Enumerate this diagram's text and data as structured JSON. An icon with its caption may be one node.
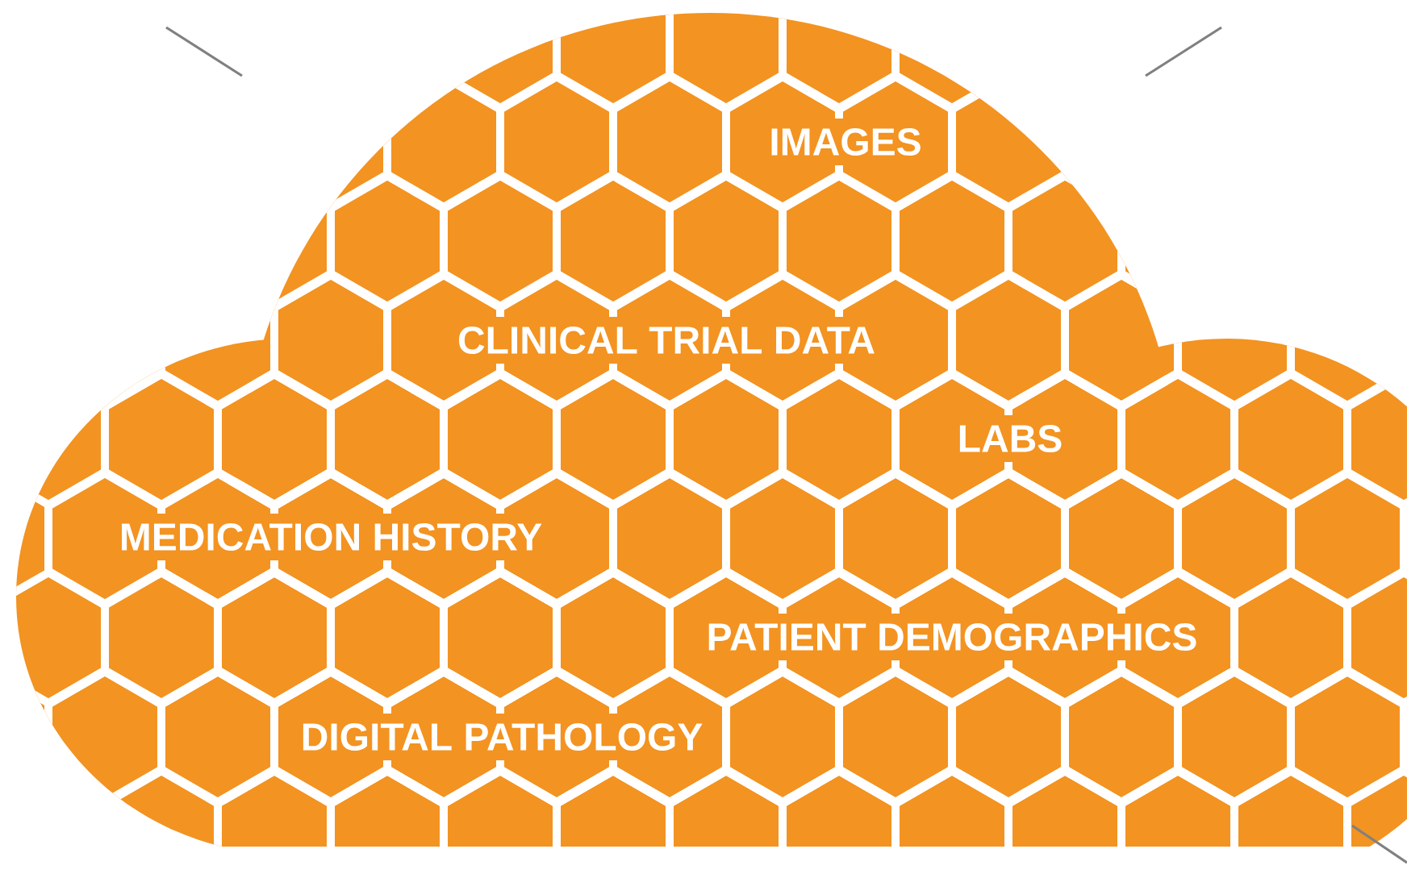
{
  "diagram": {
    "nodes": [
      {
        "text": [
          "IMAGES",
          "CLINICAL TRIAL DATA",
          "LABS",
          "MEDICATION HISTORY",
          "PATIENT DEMOGRAPHICS",
          "DIGITAL PATHOLOGY"
        ]
      }
    ]
  }
}
